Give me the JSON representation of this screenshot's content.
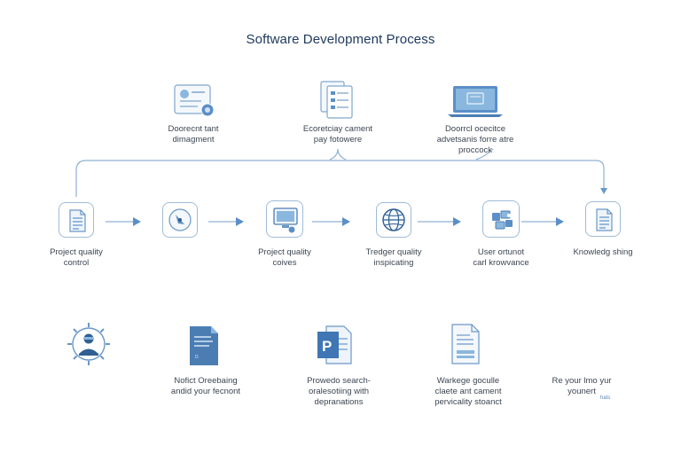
{
  "title": "Software Development Process",
  "top_row": [
    {
      "icon": "certificate-document-icon",
      "line1": "Doorecnt tant",
      "line2": "dimagment"
    },
    {
      "icon": "documents-stack-icon",
      "line1": "Ecoretciay cament",
      "line2": "pay fotowere"
    },
    {
      "icon": "laptop-icon",
      "line1": "Doorrcl ocecitce",
      "line2": "advetsanis forre atre",
      "line3": "proccock"
    }
  ],
  "middle_row": [
    {
      "icon": "document-icon",
      "line1": "Project quality",
      "line2": "control"
    },
    {
      "icon": "compass-icon",
      "line1": "",
      "line2": ""
    },
    {
      "icon": "monitor-icon",
      "line1": "Project quality",
      "line2": "coives"
    },
    {
      "icon": "globe-icon",
      "line1": "Tredger quality",
      "line2": "inspicating"
    },
    {
      "icon": "puzzle-icon",
      "line1": "User ortunot",
      "line2": "carl krowvance"
    },
    {
      "icon": "document-icon",
      "line1": "Knowledg shing",
      "line2": ""
    }
  ],
  "bottom_row": [
    {
      "icon": "user-gear-icon",
      "line1": "",
      "line2": ""
    },
    {
      "icon": "file-icon",
      "line1": "Nofict Oreebaing",
      "line2": "andid your fecnont"
    },
    {
      "icon": "powerpoint-file-icon",
      "line1": "Prowedo search-",
      "line2": "oralesotiing with",
      "line3": "depranations"
    },
    {
      "icon": "document-chart-icon",
      "line1": "Warkege goculle",
      "line2": "claete ant cament",
      "line3": "pervicality stoanct"
    },
    {
      "icon": "",
      "line1": "Re your lmo yur",
      "line2": "younert",
      "note": "hats"
    }
  ],
  "colors": {
    "accent": "#5b8fc7",
    "line": "#8fb1d3",
    "title": "#1f3a60"
  }
}
